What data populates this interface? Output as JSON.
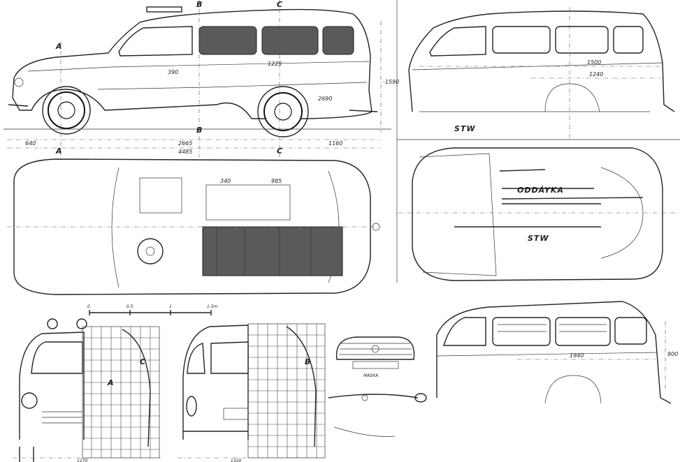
{
  "views": {
    "side_left": {
      "section_markers": [
        "A",
        "A",
        "B",
        "B",
        "C",
        "C"
      ],
      "dimensions": [
        "640",
        "2665",
        "4485",
        "1160",
        "1225",
        "2690",
        "390",
        "-1590"
      ]
    },
    "side_right": {
      "caption": "STW",
      "dimensions": [
        "1500",
        "1240"
      ]
    },
    "top_left": {
      "dimensions": [
        "340",
        "985"
      ]
    },
    "top_right": {
      "labels": [
        "ODDÁYKA",
        "STW"
      ]
    },
    "scale_bar": {
      "ticks": [
        "0",
        "0.5",
        "1",
        "1.5m"
      ]
    },
    "front_view": {
      "section_markers": [
        "C",
        "A"
      ],
      "dimension": "1270"
    },
    "rear_view": {
      "section_markers": [
        "B"
      ],
      "dimension": "1320"
    },
    "grille_detail": {
      "caption": "MASKA"
    },
    "lower_side": {
      "dimensions": [
        "1940",
        "900"
      ]
    }
  },
  "colors": {
    "linework": "#222222",
    "glass": "#5a5a5a",
    "paper": "#ffffff"
  }
}
